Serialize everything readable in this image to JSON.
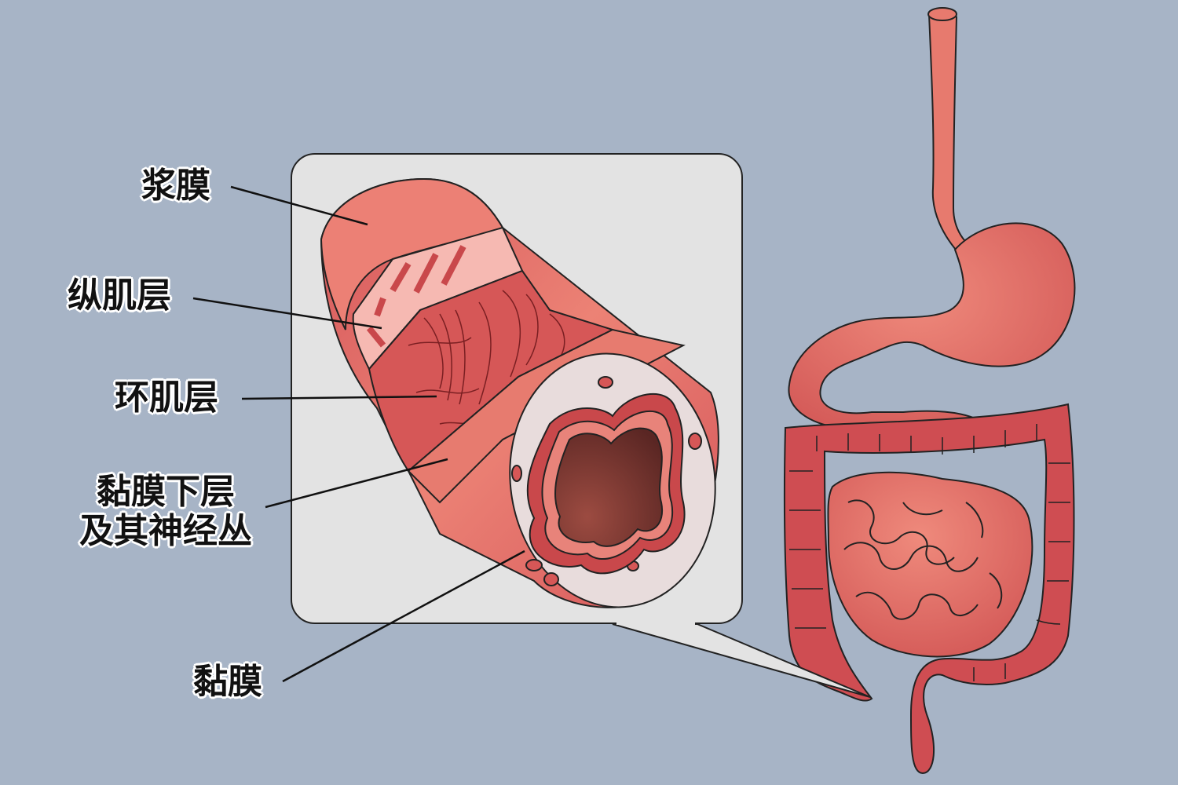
{
  "labels": {
    "serosa": "浆膜",
    "longitudinal_muscle": "纵肌层",
    "circular_muscle": "环肌层",
    "submucosa_line1": "黏膜下层",
    "submucosa_line2": "及其神经丛",
    "mucosa": "黏膜"
  },
  "colors": {
    "background": "#a7b4c6",
    "tissue": "#e27a6f",
    "tissue_dark": "#c9484b",
    "muscle_light": "#f6b9b2",
    "lumen": "#6b2b27",
    "inset_box": "#e3e3e3"
  }
}
